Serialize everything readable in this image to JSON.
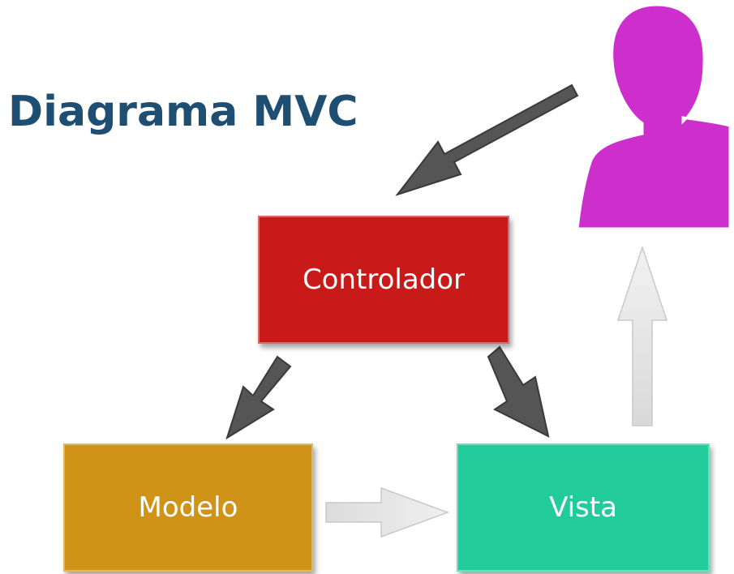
{
  "title": "Diagrama MVC",
  "nodes": {
    "controlador": {
      "label": "Controlador",
      "color": "#c91a1a"
    },
    "modelo": {
      "label": "Modelo",
      "color": "#cf9318"
    },
    "vista": {
      "label": "Vista",
      "color": "#22cc9a"
    }
  },
  "user": {
    "icon": "user-silhouette-icon",
    "color": "#cc2fcc"
  },
  "colors": {
    "title": "#1f4e73",
    "dark_arrow": "#555555",
    "light_arrow": "#e6e6e6"
  },
  "arrows": [
    {
      "from": "user",
      "to": "controlador",
      "style": "dark"
    },
    {
      "from": "controlador",
      "to": "modelo",
      "style": "dark"
    },
    {
      "from": "controlador",
      "to": "vista",
      "style": "dark"
    },
    {
      "from": "modelo",
      "to": "vista",
      "style": "light"
    },
    {
      "from": "vista",
      "to": "user",
      "style": "light"
    }
  ]
}
